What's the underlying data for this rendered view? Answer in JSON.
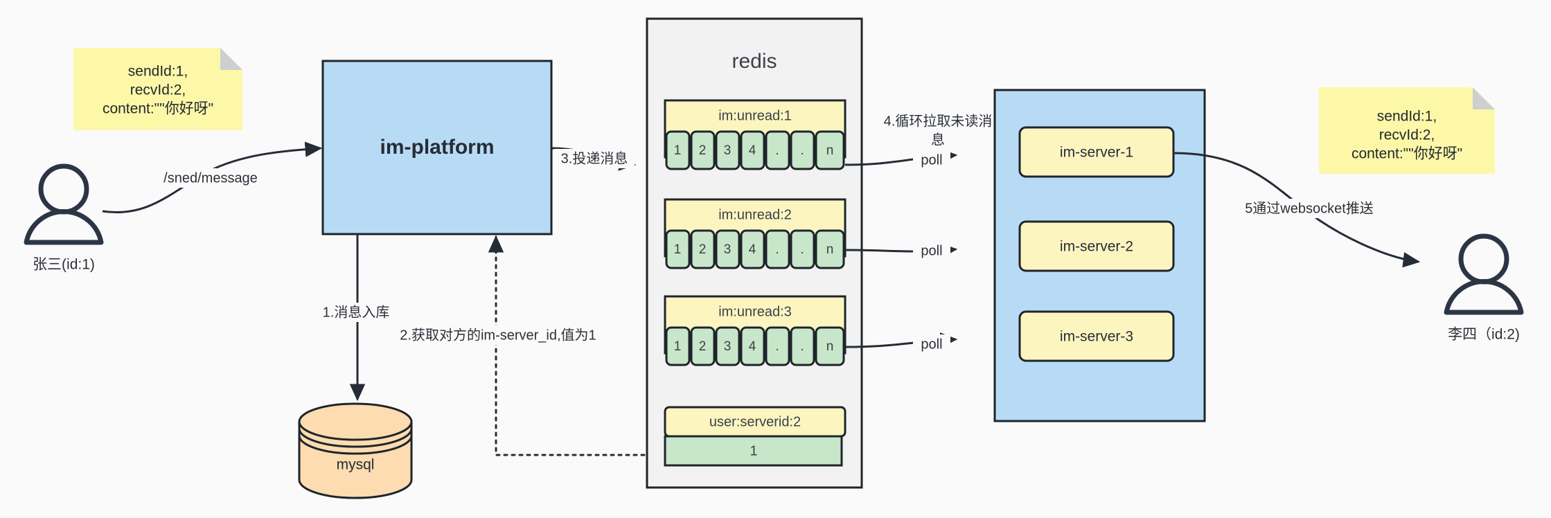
{
  "diagram": {
    "title": "IM message delivery architecture",
    "colors": {
      "blue_fill": "#b8dbf5",
      "yellow_fill": "#fcf5c0",
      "yellow_note": "#fcf8a8",
      "green_fill": "#c8e6c9",
      "orange_fill": "#fcdcb0",
      "container_fill": "#f2f2f2",
      "stroke": "#1f242b",
      "background": "#fafafa"
    }
  },
  "notes": {
    "left": {
      "name": "message-payload-note-left",
      "lines": [
        "sendId:1,",
        "recvId:2,",
        "content:\"\"你好呀\""
      ]
    },
    "right": {
      "name": "message-payload-note-right",
      "lines": [
        "sendId:1,",
        "recvId:2,",
        "content:\"\"你好呀\""
      ]
    }
  },
  "actors": [
    {
      "id": "sender",
      "label": "张三(id:1)",
      "icon": "person-icon"
    },
    {
      "id": "receiver",
      "label": "李四（id:2)",
      "icon": "person-icon"
    }
  ],
  "nodes": {
    "im_platform": {
      "label": "im-platform"
    },
    "mysql": {
      "label": "mysql"
    },
    "redis": {
      "label": "redis"
    },
    "server_group": {
      "label": ""
    }
  },
  "redis_keys": [
    {
      "key": "im:unread:1",
      "cells": [
        "1",
        "2",
        "3",
        "4",
        ".",
        ".",
        "n"
      ]
    },
    {
      "key": "im:unread:2",
      "cells": [
        "1",
        "2",
        "3",
        "4",
        ".",
        ".",
        "n"
      ]
    },
    {
      "key": "im:unread:3",
      "cells": [
        "1",
        "2",
        "3",
        "4",
        ".",
        ".",
        "n"
      ]
    }
  ],
  "redis_kv": {
    "key": "user:serverid:2",
    "value": "1"
  },
  "servers": [
    {
      "label": "im-server-1"
    },
    {
      "label": "im-server-2"
    },
    {
      "label": "im-server-3"
    }
  ],
  "edge_labels": {
    "send_message": "/sned/message",
    "step1": "1.消息入库",
    "step2": "2.获取对方的im-server_id,值为1",
    "step3": "3.投递消息",
    "step4_line1": "4.循环拉取未读消",
    "step4_line2": "息",
    "poll1": "poll",
    "poll2": "poll",
    "poll3": "poll",
    "step5": "5通过websocket推送"
  }
}
